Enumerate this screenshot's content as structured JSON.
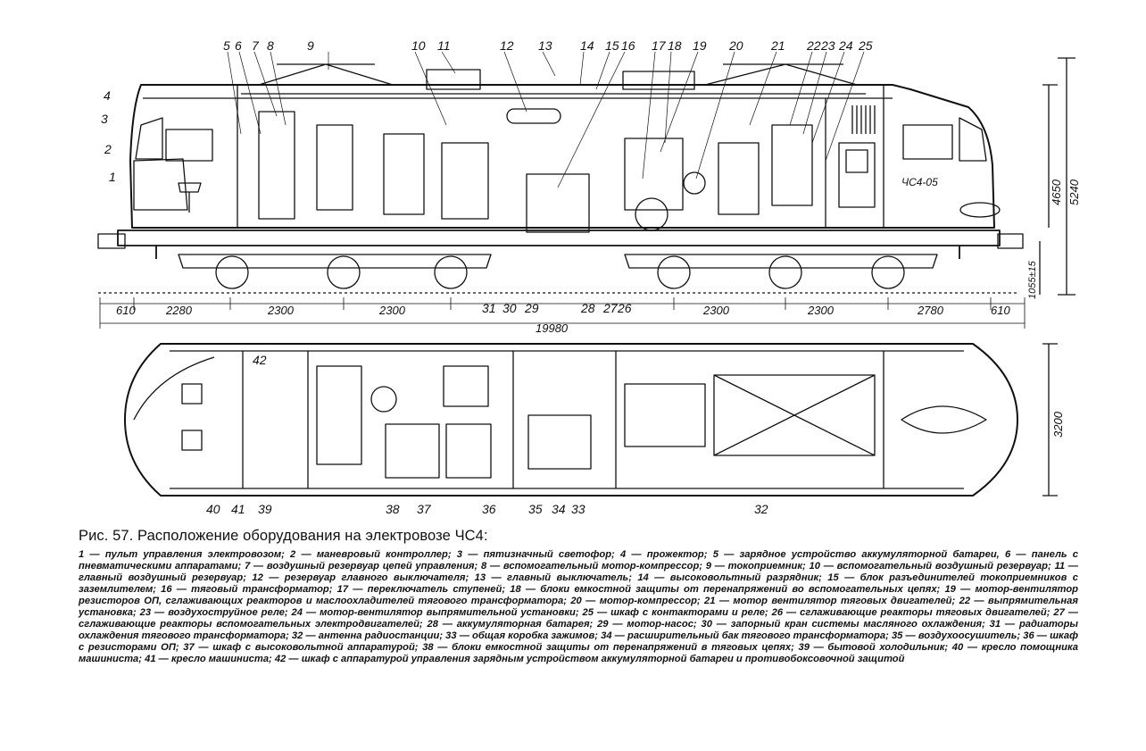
{
  "side_view_labels": [
    "1",
    "2",
    "3",
    "4",
    "5",
    "6",
    "7",
    "8",
    "9",
    "10",
    "11",
    "12",
    "13",
    "14",
    "15",
    "16",
    "17",
    "18",
    "19",
    "20",
    "21",
    "22",
    "23",
    "24",
    "25",
    "26",
    "27",
    "28",
    "29",
    "30",
    "31"
  ],
  "plan_view_labels": [
    "32",
    "33",
    "34",
    "35",
    "36",
    "37",
    "38",
    "39",
    "40",
    "41",
    "42"
  ],
  "dimensions": {
    "end_left": "610",
    "seg_1": "2280",
    "seg_2": "2300",
    "seg_3": "2300",
    "seg_4": "2300",
    "seg_5": "2300",
    "seg_6": "2780",
    "end_right": "610",
    "total_length": "19980",
    "height_cab": "4650",
    "height_total": "5240",
    "height_coupler": "1055±15",
    "width_body": "3200"
  },
  "side_number_plate": "ЧС4-05",
  "caption": {
    "title": "Рис. 57. Расположение оборудования на электровозе ЧС4:",
    "body": "1 — пульт управления электровозом; 2 — маневровый контроллер; 3 — пятизначный светофор; 4 — прожектор; 5 — зарядное устройство аккумуляторной батареи, 6 — панель с пневматическими аппаратами; 7 — воздушный резервуар цепей управления; 8 — вспомогательный мотор-компрессор; 9 — токоприемник; 10 — вспомогательный воздушный резервуар; 11 — главный воздушный резервуар; 12 — резервуар главного выключателя; 13 — главный выключатель; 14 — высоковольтный разрядник; 15 — блок разъединителей токоприемников с заземлителем; 16 — тяговый трансформатор; 17 — переключатель ступеней; 18 — блоки емкостной защиты от перенапряжений во вспомогательных цепях; 19 — мотор-вентилятор резисторов ОП, сглаживающих реакторов и маслоохладителей тягового трансформатора; 20 — мотор-компрессор; 21 — мотор вентилятор тяговых двигателей; 22 — выпрямительная установка; 23 — воздухоструйное реле; 24 — мотор-вентилятор выпрямительной установки; 25 — шкаф с контакторами и реле; 26 — сглаживающие реакторы тяговых двигателей; 27 — сглаживающие реакторы вспомогательных электродвигателей; 28 — аккумуляторная батарея; 29 — мотор-насос; 30 — запорный кран системы масляного охлаждения; 31 — радиаторы охлаждения тягового трансформатора; 32 — антенна радиостанции; 33 — общая коробка зажимов; 34 — расширительный бак тягового трансформатора; 35 — воздухоосушитель; 36 — шкаф с резисторами ОП; 37 — шкаф с высоковольтной аппаратурой; 38 — блоки емкостной защиты от перенапряжений в тяговых цепях; 39 — бытовой холодильник; 40 — кресло помощника машиниста; 41 — кресло машиниста; 42 — шкаф с аппаратурой управления зарядным устройством аккумуляторной батареи и противобоксовочной защитой"
  }
}
